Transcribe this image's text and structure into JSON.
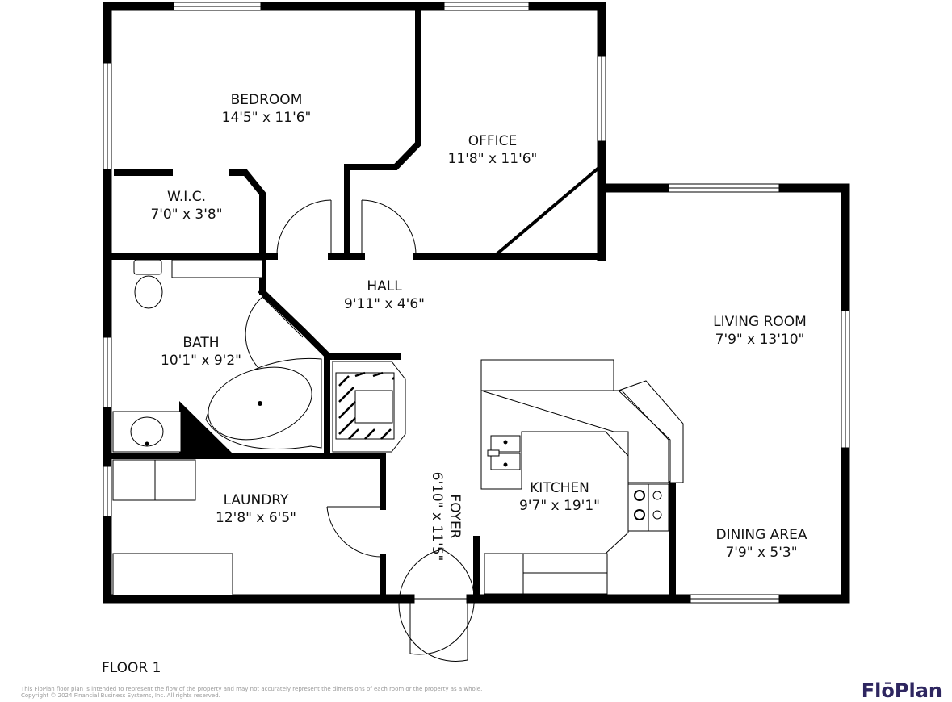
{
  "rooms": [
    {
      "name": "BEDROOM",
      "dims": "14'5\" x 11'6\""
    },
    {
      "name": "OFFICE",
      "dims": "11'8\" x 11'6\""
    },
    {
      "name": "W.I.C.",
      "dims": "7'0\" x 3'8\""
    },
    {
      "name": "HALL",
      "dims": "9'11\" x 4'6\""
    },
    {
      "name": "LIVING ROOM",
      "dims": "7'9\" x 13'10\""
    },
    {
      "name": "BATH",
      "dims": "10'1\" x 9'2\""
    },
    {
      "name": "KITCHEN",
      "dims": "9'7\" x 19'1\""
    },
    {
      "name": "FOYER",
      "dims": "6'10\" x 11'5\""
    },
    {
      "name": "LAUNDRY",
      "dims": "12'8\" x 6'5\""
    },
    {
      "name": "DINING AREA",
      "dims": "7'9\" x 5'3\""
    }
  ],
  "floor_label": "FLOOR 1",
  "disclaimer": {
    "line1": "This FlōPlan floor plan is intended to represent the flow of the property and may not accurately represent the dimensions of each room or the property as a whole.",
    "line2": "Copyright © 2024 Financial Business Systems, Inc. All rights reserved."
  },
  "brand": "FlōPlan",
  "colors": {
    "wall": "#000000",
    "brand": "#2e2660"
  }
}
